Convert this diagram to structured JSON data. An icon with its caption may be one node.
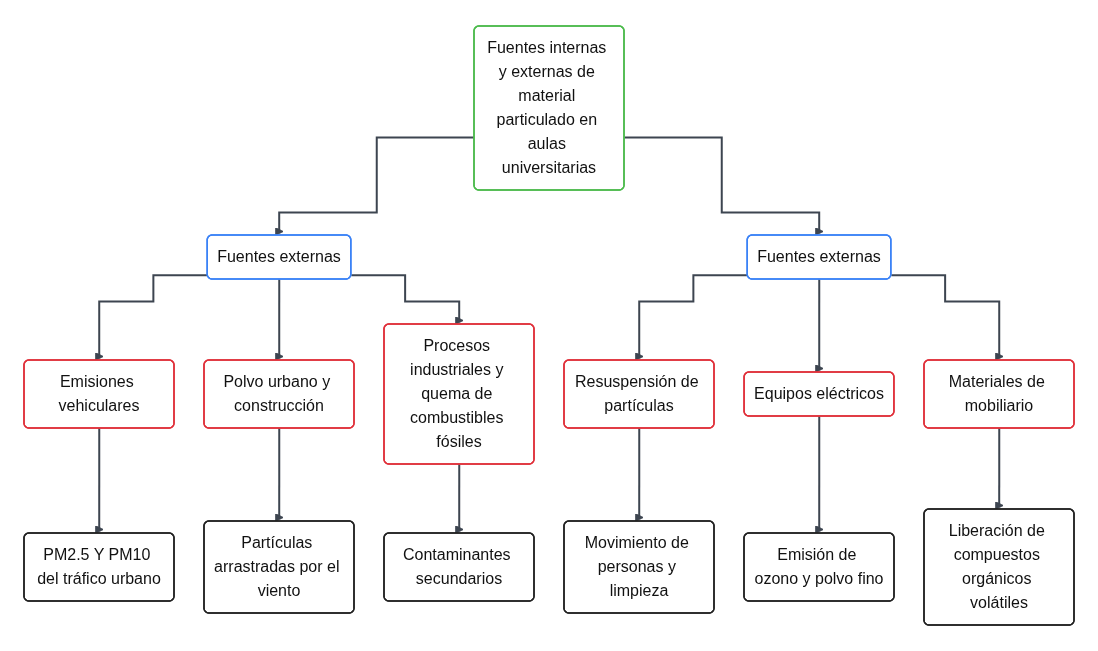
{
  "diagram": {
    "nodes": [
      {
        "text": [
          "Fuentes internas y externas de material particulado en aulas universitarias"
        ]
      },
      {
        "text": [
          "Fuentes externas"
        ]
      },
      {
        "text": [
          "Fuentes externas"
        ]
      },
      {
        "text": [
          "Emisiones vehiculares"
        ]
      },
      {
        "text": [
          "Polvo urbano y construcción"
        ]
      },
      {
        "text": [
          "Procesos industriales y quema de combustibles fósiles"
        ]
      },
      {
        "text": [
          "Resuspensión de partículas"
        ]
      },
      {
        "text": [
          "Equipos eléctricos"
        ]
      },
      {
        "text": [
          "Materiales de mobiliario"
        ]
      },
      {
        "text": [
          "PM2.5 Y PM10 del tráfico urbano"
        ]
      },
      {
        "text": [
          "Partículas arrastradas por el viento"
        ]
      },
      {
        "text": [
          "Contaminantes secundarios"
        ]
      },
      {
        "text": [
          "Movimiento de personas y limpieza"
        ]
      },
      {
        "text": [
          "Emisión de ozono y polvo fino"
        ]
      },
      {
        "text": [
          "Liberación de compuestos orgánicos volátiles"
        ]
      }
    ],
    "edges": [
      {
        "from": 0,
        "to": 1,
        "arrow": "to"
      },
      {
        "from": 0,
        "to": 2,
        "arrow": "to"
      },
      {
        "from": 1,
        "to": 3,
        "arrow": "to"
      },
      {
        "from": 1,
        "to": 4,
        "arrow": "to"
      },
      {
        "from": 1,
        "to": 5,
        "arrow": "to"
      },
      {
        "from": 2,
        "to": 6,
        "arrow": "to"
      },
      {
        "from": 2,
        "to": 7,
        "arrow": "to"
      },
      {
        "from": 2,
        "to": 8,
        "arrow": "to"
      },
      {
        "from": 3,
        "to": 9,
        "arrow": "to"
      },
      {
        "from": 4,
        "to": 10,
        "arrow": "to"
      },
      {
        "from": 5,
        "to": 11,
        "arrow": "to"
      },
      {
        "from": 6,
        "to": 12,
        "arrow": "to"
      },
      {
        "from": 7,
        "to": 13,
        "arrow": "to"
      },
      {
        "from": 8,
        "to": 14,
        "arrow": "to"
      }
    ]
  }
}
